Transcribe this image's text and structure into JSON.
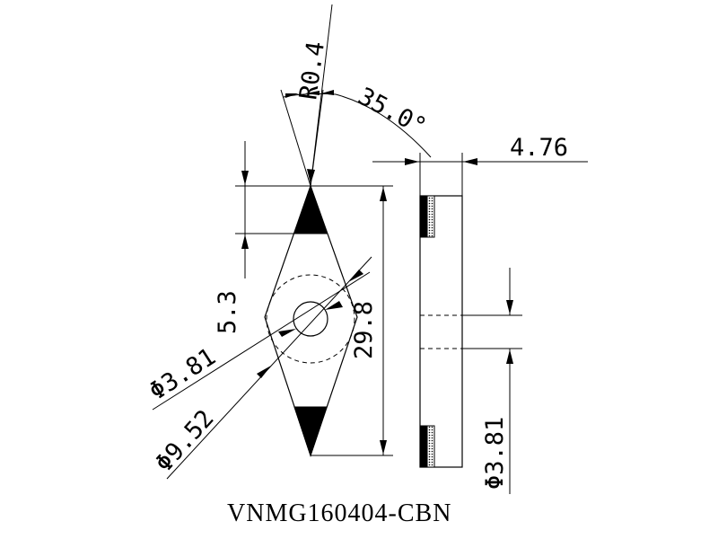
{
  "title": "VNMG160404-CBN",
  "dimensions": {
    "radius": "R0.4",
    "angle": "35.0°",
    "thickness": "4.76",
    "tip_to_corner": "5.3",
    "length": "29.8",
    "hole_diameter": "Φ3.81",
    "inscribed_circle": "Φ9.52",
    "side_hole_diameter": "Φ3.81"
  },
  "colors": {
    "line": "#000000",
    "background": "#ffffff"
  }
}
